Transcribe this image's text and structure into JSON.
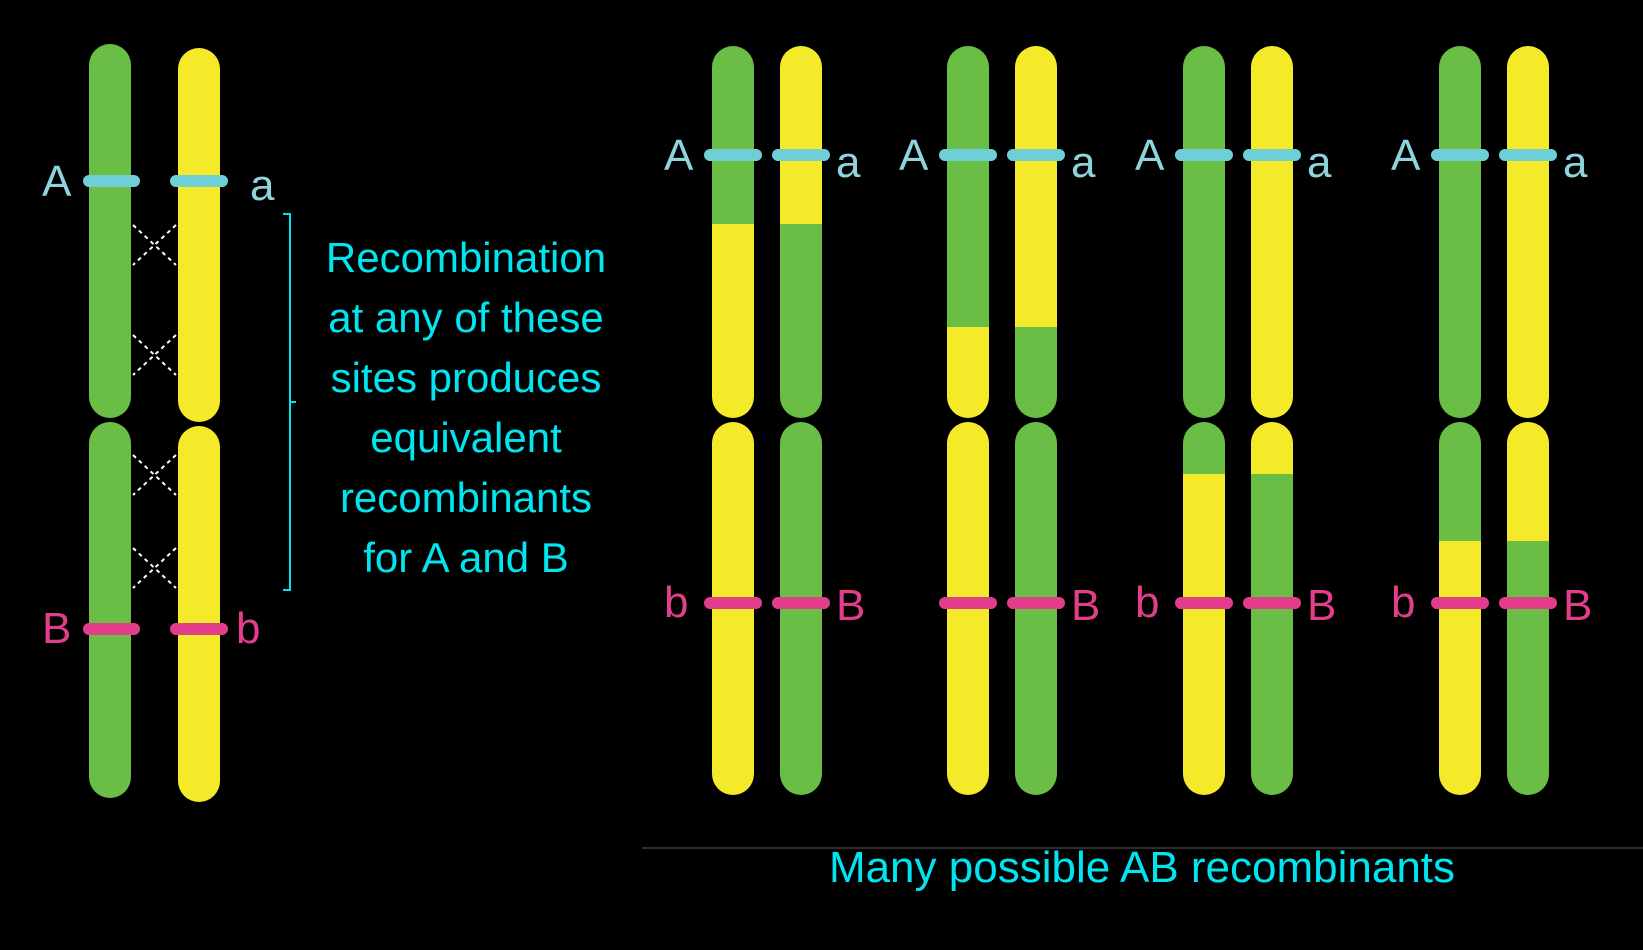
{
  "colors": {
    "background": "#000000",
    "green_chromosome": "#6abd45",
    "yellow_chromosome": "#f5ea2a",
    "locus_A": "#6fcfd6",
    "locus_B": "#e23e8c",
    "caption_text": "#00e5f0",
    "label_A": "#8fd3dc",
    "label_B": "#e23e8c"
  },
  "parental": {
    "label_A": "A",
    "label_a": "a",
    "label_B": "B",
    "label_b": "b"
  },
  "recombination_note": {
    "lines": [
      "Recombination",
      "at any of these",
      "sites produces",
      "equivalent",
      "recombinants",
      "for A and B"
    ]
  },
  "recombinants": [
    {
      "label_left_top": "A",
      "label_right_top": "a",
      "label_left_bottom": "b",
      "label_right_bottom": "B",
      "crossover": "upper-arm-high"
    },
    {
      "label_left_top": "A",
      "label_right_top": "a",
      "label_left_bottom": "",
      "label_right_bottom": "B",
      "crossover": "upper-arm-low"
    },
    {
      "label_left_top": "A",
      "label_right_top": "a",
      "label_left_bottom": "b",
      "label_right_bottom": "B",
      "crossover": "lower-arm-high"
    },
    {
      "label_left_top": "A",
      "label_right_top": "a",
      "label_left_bottom": "b",
      "label_right_bottom": "B",
      "crossover": "lower-arm-low"
    }
  ],
  "footer": {
    "caption": "Many possible AB recombinants"
  }
}
